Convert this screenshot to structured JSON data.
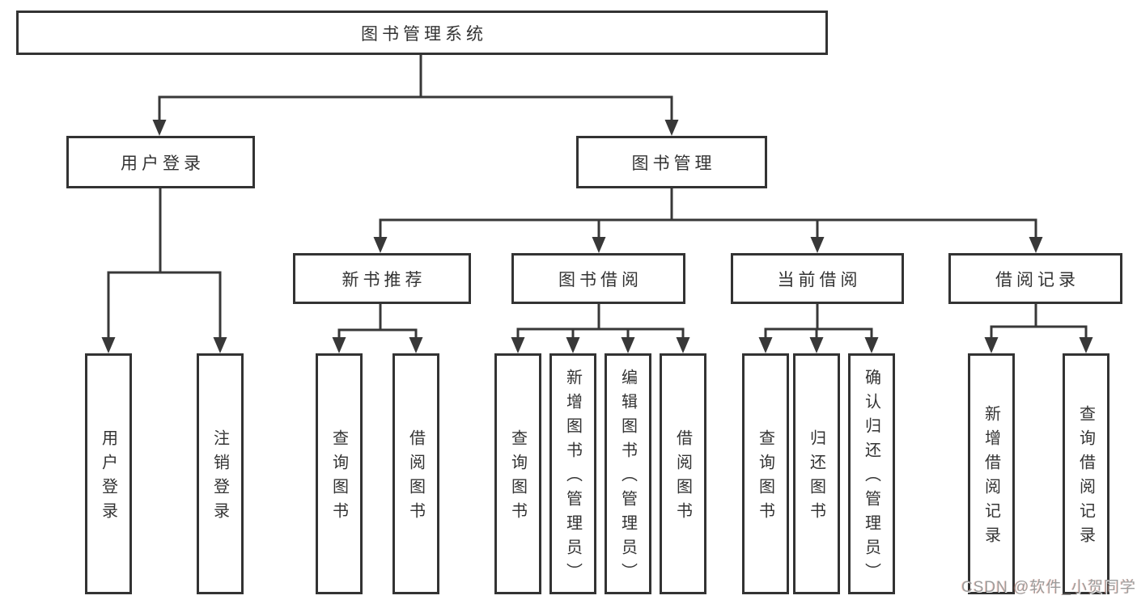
{
  "diagram_title": "图书管理系统",
  "tree": {
    "label": "图书管理系统",
    "children": [
      {
        "label": "用户登录",
        "children": [
          {
            "label": "用户登录"
          },
          {
            "label": "注销登录"
          }
        ]
      },
      {
        "label": "图书管理",
        "children": [
          {
            "label": "新书推荐",
            "children": [
              {
                "label": "查询图书"
              },
              {
                "label": "借阅图书"
              }
            ]
          },
          {
            "label": "图书借阅",
            "children": [
              {
                "label": "查询图书"
              },
              {
                "label": "新增图书（管理员）"
              },
              {
                "label": "编辑图书（管理员）"
              },
              {
                "label": "借阅图书"
              }
            ]
          },
          {
            "label": "当前借阅",
            "children": [
              {
                "label": "查询图书"
              },
              {
                "label": "归还图书"
              },
              {
                "label": "确认归还（管理员）"
              }
            ]
          },
          {
            "label": "借阅记录",
            "children": [
              {
                "label": "新增借阅记录"
              },
              {
                "label": "查询借阅记录"
              }
            ]
          }
        ]
      }
    ]
  },
  "watermark": "CSDN @软件_小贺同学",
  "colors": {
    "line": "#383838",
    "box_border": "#333333",
    "text": "#333333",
    "background": "#ffffff",
    "watermark": "#9c9c9c",
    "watermark_accent": "#fc5531"
  }
}
